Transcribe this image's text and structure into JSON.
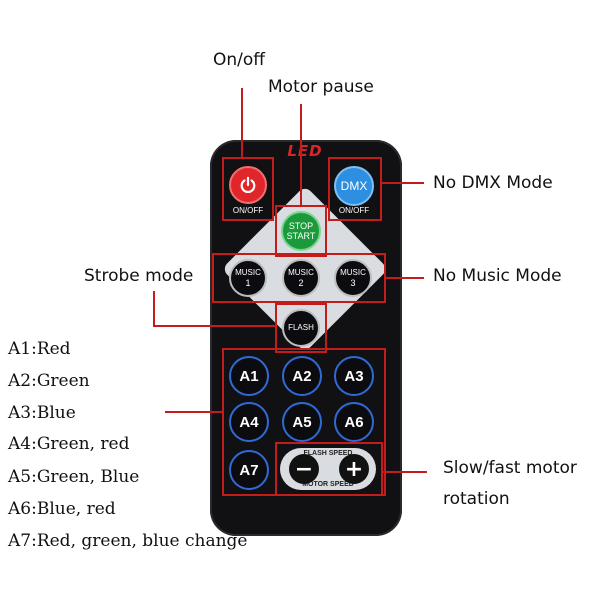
{
  "annotations": {
    "on_off": "On/off",
    "motor_pause": "Motor pause",
    "no_dmx_mode": "No DMX Mode",
    "strobe_mode": "Strobe mode",
    "no_music_mode": "No Music Mode",
    "slow_fast_line1": "Slow/fast motor",
    "slow_fast_line2": "rotation"
  },
  "legend": [
    "A1:Red",
    "A2:Green",
    "A3:Blue",
    "A4:Green, red",
    "A5:Green, Blue",
    "A6:Blue, red",
    "A7:Red, green, blue change"
  ],
  "remote": {
    "brand": "LED",
    "power_label": "ON/OFF",
    "dmx_text": "DMX",
    "dmx_label": "ON/OFF",
    "stop_line1": "STOP",
    "stop_line2": "START",
    "music_word": "MUSIC",
    "music1": "1",
    "music2": "2",
    "music3": "3",
    "flash": "FLASH",
    "a_buttons": [
      "A1",
      "A2",
      "A3",
      "A4",
      "A5",
      "A6",
      "A7"
    ],
    "flash_speed": "FLASH SPEED",
    "motor_speed": "MOTOR SPEED",
    "minus": "−",
    "plus": "+"
  },
  "colors": {
    "annotation_red": "#c41b1b",
    "power_red": "#e0262b",
    "dmx_blue": "#2e8fe0",
    "stop_green": "#1a9a3a",
    "a_ring_blue": "#2f6bd6"
  },
  "icons": [
    "power-icon"
  ]
}
